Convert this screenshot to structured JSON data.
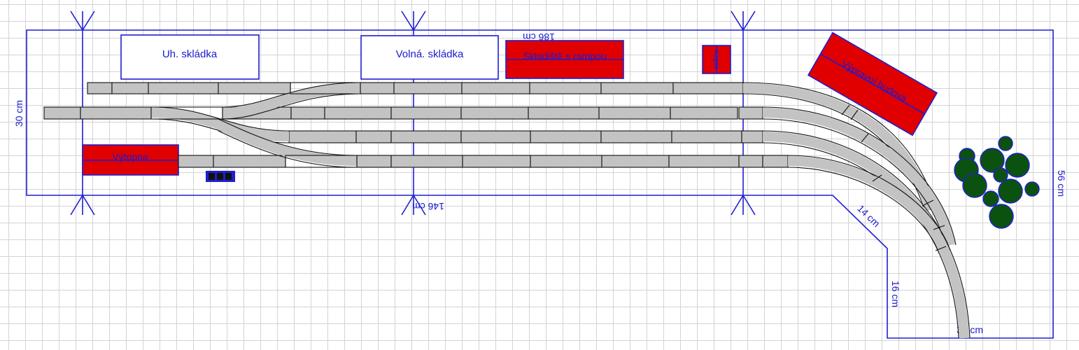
{
  "dimensions": {
    "height_left": "30 cm",
    "length_bottom": "146 cm",
    "length_top_mirrored": "186 cm",
    "diag": "14 cm",
    "right_inner": "16 cm",
    "right_outer": "56 cm",
    "bottom_right": "35 cm"
  },
  "buildings": {
    "coal_depot": "Uh. skládka",
    "free_depot": "Volná. skládka",
    "warehouse": "Skladiště s rampou",
    "engine_shed": "Výtopna",
    "station": "Výpravní budova",
    "small_house": "Kaple"
  },
  "colors": {
    "outline": "#1f1fd0",
    "building_red": "#e00000",
    "track_fill": "#c3c3c3",
    "tree_green": "#0b5210"
  }
}
